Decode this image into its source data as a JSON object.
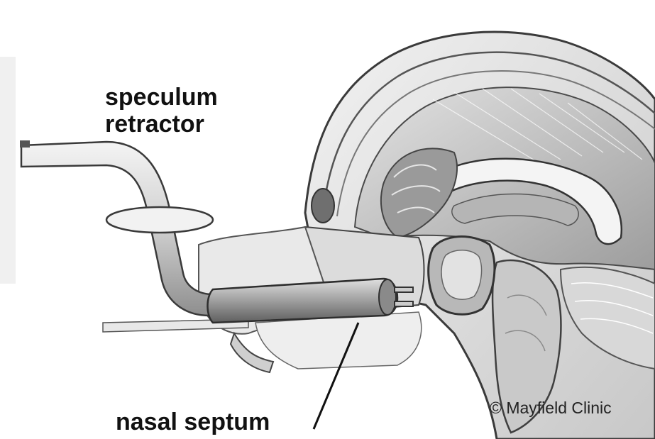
{
  "labels": {
    "speculum_line1": "speculum",
    "speculum_line2": "retractor",
    "nasal_septum": "nasal septum"
  },
  "credit": "© Mayfield Clinic",
  "colors": {
    "ink": "#111111",
    "tissue_light": "#e6e6e6",
    "tissue_mid": "#bdbdbd",
    "tissue_dark": "#7a7a7a",
    "instrument": "#d9d9d9",
    "background": "#ffffff"
  }
}
